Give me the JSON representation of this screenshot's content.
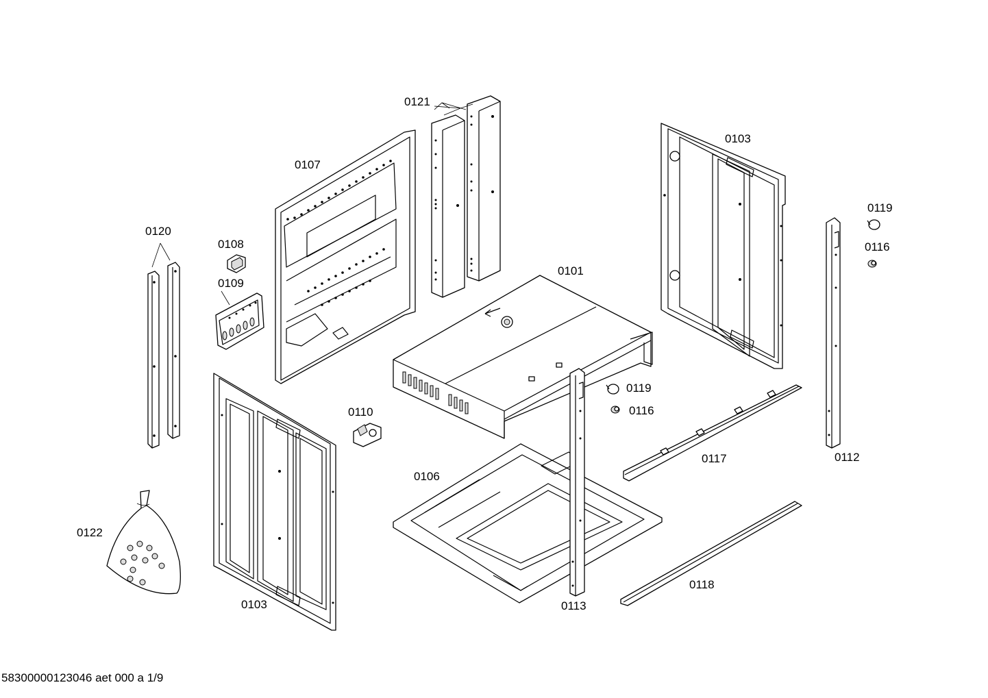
{
  "part_labels": {
    "p0121": "0121",
    "p0107": "0107",
    "p0103_top": "0103",
    "p0119_top": "0119",
    "p0116_top": "0116",
    "p0120": "0120",
    "p0108": "0108",
    "p0109": "0109",
    "p0101": "0101",
    "p0119_mid": "0119",
    "p0116_mid": "0116",
    "p0110": "0110",
    "p0117": "0117",
    "p0112": "0112",
    "p0106": "0106",
    "p0122": "0122",
    "p0118": "0118",
    "p0103_bottom": "0103",
    "p0113": "0113"
  },
  "footer": {
    "drawing_id": "58300000123046 aet 000 a 1/9"
  }
}
